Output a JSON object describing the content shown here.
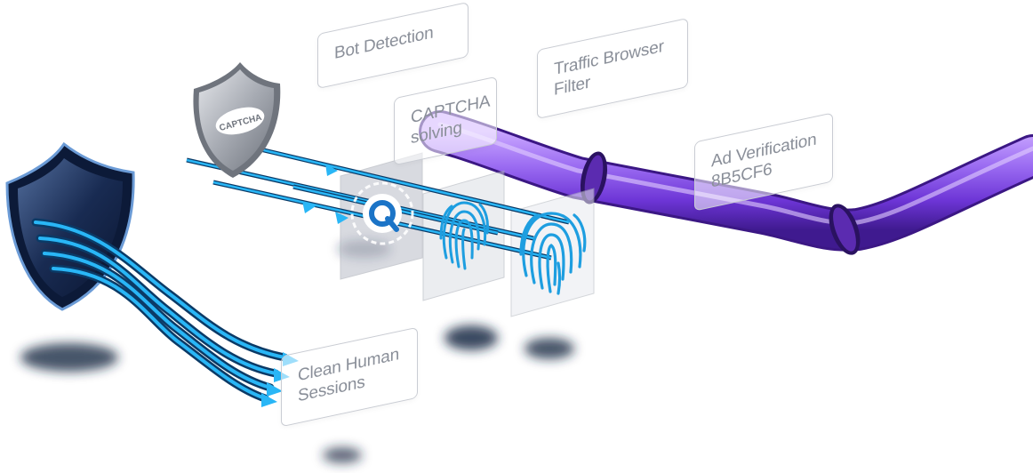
{
  "labels": {
    "bot_detection": "Bot Detection",
    "captcha_solving": "CAPTCHA\nsolving",
    "traffic_browser_filter": "Traffic Browser\nFilter",
    "ad_verification": "Ad Verification\n8B5CF6",
    "clean_human_sessions": "Clean Human\nSessions",
    "captcha_badge": "CAPTCHA"
  },
  "colors": {
    "pipe": "#8B5CF6",
    "pipe_dark": "#5b21b6",
    "flow": "#1fa3e0",
    "flow_dark": "#0b3a66",
    "shield_dark": "#0f1e3c",
    "panel_border": "#c9ccd3",
    "label_text": "#8a8f99"
  },
  "icons": [
    "shield-icon",
    "captcha-shield-icon",
    "search-q-icon",
    "fingerprint-icon",
    "fingerprint-icon-large",
    "arrow-icon"
  ]
}
